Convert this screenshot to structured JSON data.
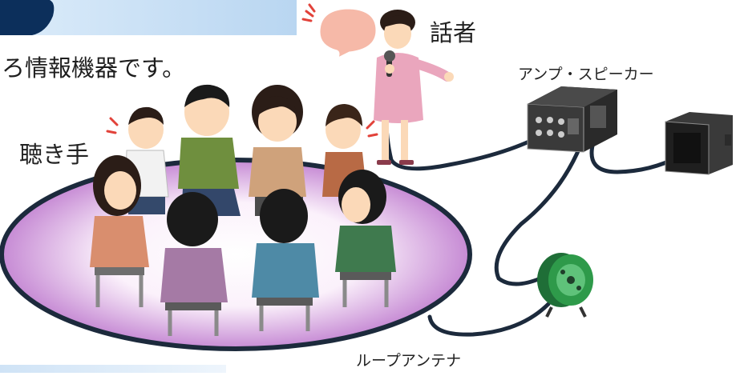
{
  "header": {
    "partial_heading": "ろ情報機器です。"
  },
  "labels": {
    "listeners": "聴き手",
    "speaker": "話者",
    "amp_speaker": "アンプ・スピーカー",
    "loop_antenna": "ループアンテナ"
  },
  "colors": {
    "header_band": "#cfe3f6",
    "loop_fill_center": "#ffffff",
    "loop_fill_edge": "#c98ad6",
    "cable": "#1c2a3c",
    "reel": "#2e9a4a",
    "speaker_suit": "#e9a9bd",
    "bubble": "#f5b8a8"
  },
  "icons": {
    "speech_bubble": "speech-bubble-icon",
    "microphone": "microphone-icon",
    "amplifier": "amplifier-icon",
    "speaker_box": "speaker-box-icon",
    "cable_reel": "cable-reel-icon"
  }
}
